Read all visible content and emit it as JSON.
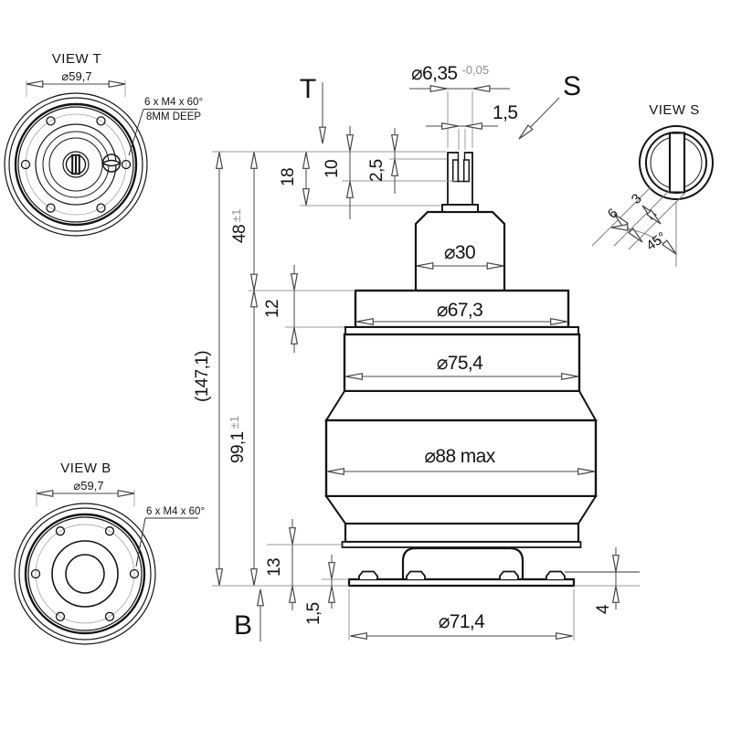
{
  "colors": {
    "outline": "#141414",
    "dim_line": "#4a4a4a",
    "ref_line": "#9a9a9a",
    "tolerance": "#8f8f8f"
  },
  "front_view": {
    "section_labels": {
      "top": "T",
      "side": "S",
      "bottom": "B"
    },
    "diameters": {
      "stem": "⌀6,35",
      "stem_tolerance": "-0,05",
      "neck": "⌀30",
      "flange": "⌀67,3",
      "upper_body": "⌀75,4",
      "belly": "⌀88 max",
      "base_plate": "⌀71,4"
    },
    "heights": {
      "overall": "(147,1)",
      "upper": "48",
      "upper_tolerance": "±1",
      "body": "99,1",
      "body_tolerance": "±1",
      "stem": "18",
      "slot_depth": "10",
      "contact_offset": "2,5",
      "flange": "12",
      "foot": "13",
      "plate_thickness": "1,5",
      "tab": "4",
      "slot_width": "1,5"
    }
  },
  "view_t": {
    "title": "VIEW T",
    "bolt_circle_diameter": "⌀59,7",
    "thread_note": "6 x M4 x 60°",
    "depth_note": "8MM DEEP"
  },
  "view_b": {
    "title": "VIEW B",
    "bolt_circle_diameter": "⌀59,7",
    "thread_note": "6 x M4 x 60°"
  },
  "view_s": {
    "title": "VIEW S",
    "blade_width": "3",
    "slot_span": "6",
    "angle": "45°"
  }
}
